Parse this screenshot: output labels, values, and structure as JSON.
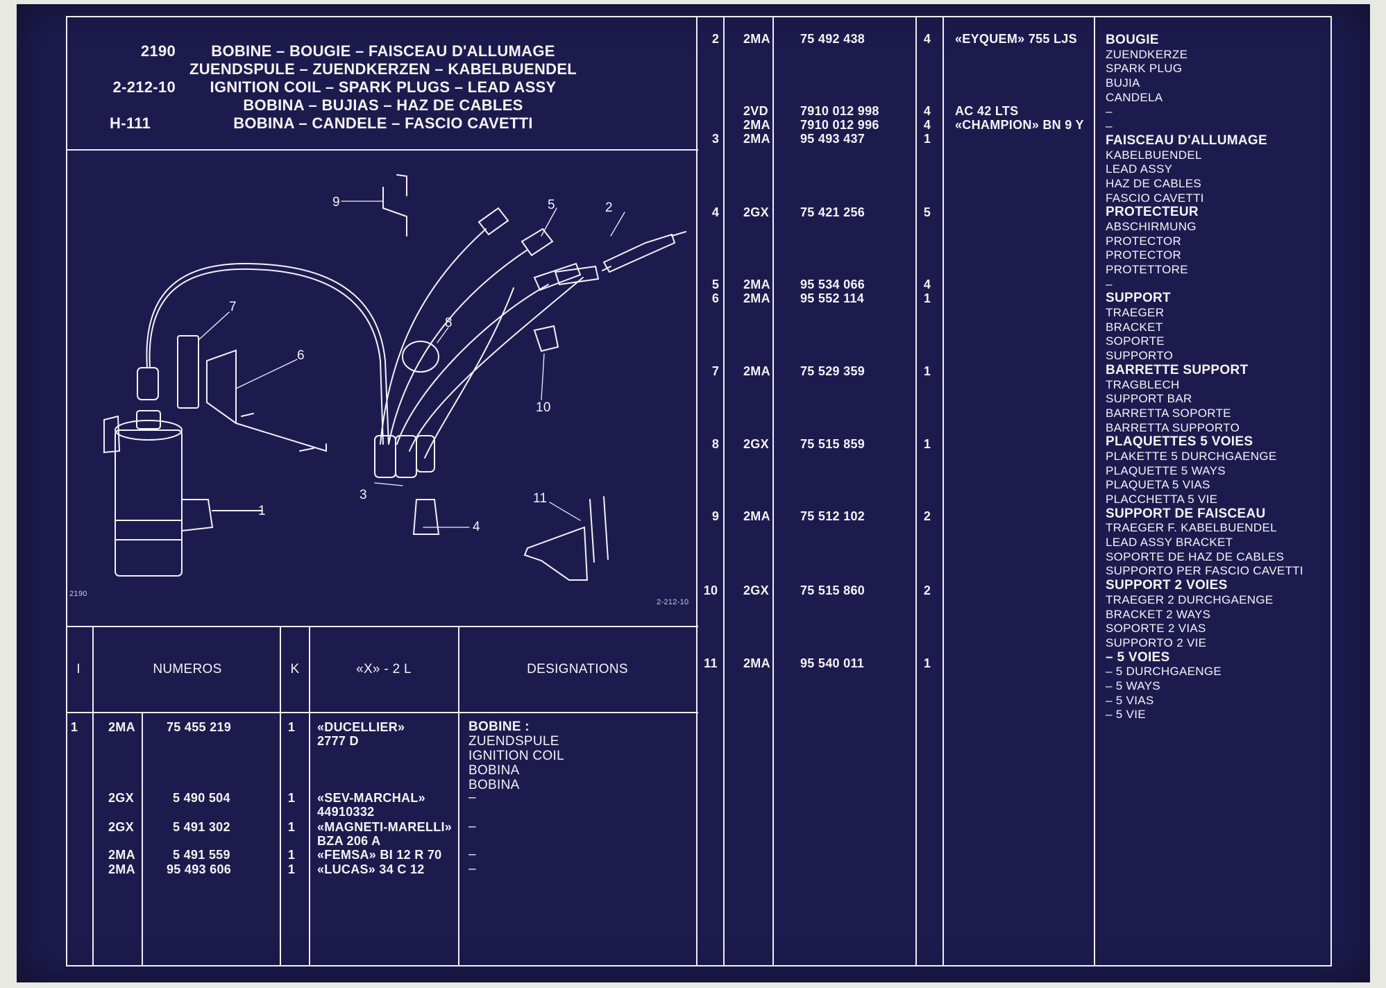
{
  "header": {
    "code_left": [
      "2190",
      "2-212-10",
      "H-111"
    ],
    "titles": [
      "BOBINE – BOUGIE – FAISCEAU D'ALLUMAGE",
      "ZUENDSPULE – ZUENDKERZEN – KABELBUENDEL",
      "IGNITION COIL – SPARK PLUGS – LEAD ASSY",
      "BOBINA – BUJIAS – HAZ DE CABLES",
      "BOBINA – CANDELE – FASCIO CAVETTI"
    ]
  },
  "diagram": {
    "callouts": [
      "1",
      "2",
      "3",
      "4",
      "5",
      "6",
      "7",
      "8",
      "9",
      "10",
      "11"
    ],
    "code_bottom_left": "2190",
    "code_bottom_right": "2-212-10"
  },
  "table_headers": {
    "col_i": "I",
    "col_numeros": "NUMEROS",
    "col_k": "K",
    "col_model": "«X» - 2 L",
    "col_designations": "DESIGNATIONS"
  },
  "left_rows": [
    {
      "ref": "1",
      "variant": "2MA",
      "number": "75 455 219",
      "qty": "1",
      "model": "«DUCELLIER»",
      "model2": "2777 D"
    },
    {
      "ref": "",
      "variant": "2GX",
      "number": "5 490 504",
      "qty": "1",
      "model": "«SEV-MARCHAL»",
      "model2": "44910332"
    },
    {
      "ref": "",
      "variant": "2GX",
      "number": "5 491 302",
      "qty": "1",
      "model": "«MAGNETI-MARELLI»",
      "model2": "BZA 206 A"
    },
    {
      "ref": "",
      "variant": "2MA",
      "number": "5 491 559",
      "qty": "1",
      "model": "«FEMSA» BI 12 R 70",
      "model2": ""
    },
    {
      "ref": "",
      "variant": "2MA",
      "number": "95 493 606",
      "qty": "1",
      "model": "«LUCAS» 34 C 12",
      "model2": ""
    }
  ],
  "left_designation": {
    "title": "BOBINE :",
    "lines": [
      "ZUENDSPULE",
      "IGNITION COIL",
      "BOBINA",
      "BOBINA"
    ],
    "dashes": [
      "–",
      "–",
      "–",
      "–"
    ]
  },
  "right_rows": [
    {
      "ref": "2",
      "variant": "2MA",
      "number": "75 492 438",
      "qty": "4",
      "model": "«EYQUEM» 755 LJS"
    },
    {
      "ref": "",
      "variant": "2VD",
      "number": "7910 012 998",
      "qty": "4",
      "model": "AC 42 LTS"
    },
    {
      "ref": "",
      "variant": "2MA",
      "number": "7910 012 996",
      "qty": "4",
      "model": "«CHAMPION» BN 9 Y"
    },
    {
      "ref": "3",
      "variant": "2MA",
      "number": "95 493 437",
      "qty": "1",
      "model": ""
    },
    {
      "ref": "4",
      "variant": "2GX",
      "number": "75 421 256",
      "qty": "5",
      "model": ""
    },
    {
      "ref": "5",
      "variant": "2MA",
      "number": "95 534 066",
      "qty": "4",
      "model": ""
    },
    {
      "ref": "6",
      "variant": "2MA",
      "number": "95 552 114",
      "qty": "1",
      "model": ""
    },
    {
      "ref": "7",
      "variant": "2MA",
      "number": "75 529 359",
      "qty": "1",
      "model": ""
    },
    {
      "ref": "8",
      "variant": "2GX",
      "number": "75 515 859",
      "qty": "1",
      "model": ""
    },
    {
      "ref": "9",
      "variant": "2MA",
      "number": "75 512 102",
      "qty": "2",
      "model": ""
    },
    {
      "ref": "10",
      "variant": "2GX",
      "number": "75 515 860",
      "qty": "2",
      "model": ""
    },
    {
      "ref": "11",
      "variant": "2MA",
      "number": "95 540 011",
      "qty": "1",
      "model": ""
    }
  ],
  "designations": [
    {
      "text": "BOUGIE",
      "bold": true
    },
    {
      "text": "ZUENDKERZE",
      "bold": false
    },
    {
      "text": "SPARK PLUG",
      "bold": false
    },
    {
      "text": "BUJIA",
      "bold": false
    },
    {
      "text": "CANDELA",
      "bold": false
    },
    {
      "text": "–",
      "bold": false
    },
    {
      "text": "–",
      "bold": false
    },
    {
      "text": "FAISCEAU D'ALLUMAGE",
      "bold": true
    },
    {
      "text": "KABELBUENDEL",
      "bold": false
    },
    {
      "text": "LEAD ASSY",
      "bold": false
    },
    {
      "text": "HAZ DE CABLES",
      "bold": false
    },
    {
      "text": "FASCIO CAVETTI",
      "bold": false
    },
    {
      "text": "PROTECTEUR",
      "bold": true
    },
    {
      "text": "ABSCHIRMUNG",
      "bold": false
    },
    {
      "text": "PROTECTOR",
      "bold": false
    },
    {
      "text": "PROTECTOR",
      "bold": false
    },
    {
      "text": "PROTETTORE",
      "bold": false
    },
    {
      "text": "–",
      "bold": false
    },
    {
      "text": "SUPPORT",
      "bold": true
    },
    {
      "text": "TRAEGER",
      "bold": false
    },
    {
      "text": "BRACKET",
      "bold": false
    },
    {
      "text": "SOPORTE",
      "bold": false
    },
    {
      "text": "SUPPORTO",
      "bold": false
    },
    {
      "text": "BARRETTE SUPPORT",
      "bold": true
    },
    {
      "text": "TRAGBLECH",
      "bold": false
    },
    {
      "text": "SUPPORT BAR",
      "bold": false
    },
    {
      "text": "BARRETTA SOPORTE",
      "bold": false
    },
    {
      "text": "BARRETTA SUPPORTO",
      "bold": false
    },
    {
      "text": "PLAQUETTES 5 VOIES",
      "bold": true
    },
    {
      "text": "PLAKETTE 5 DURCHGAENGE",
      "bold": false
    },
    {
      "text": "PLAQUETTE 5 WAYS",
      "bold": false
    },
    {
      "text": "PLAQUETA 5 VIAS",
      "bold": false
    },
    {
      "text": "PLACCHETTA 5 VIE",
      "bold": false
    },
    {
      "text": "SUPPORT DE FAISCEAU",
      "bold": true
    },
    {
      "text": "TRAEGER F. KABELBUENDEL",
      "bold": false
    },
    {
      "text": "LEAD ASSY BRACKET",
      "bold": false
    },
    {
      "text": "SOPORTE DE HAZ DE CABLES",
      "bold": false
    },
    {
      "text": "SUPPORTO PER FASCIO CAVETTI",
      "bold": false
    },
    {
      "text": "SUPPORT 2 VOIES",
      "bold": true
    },
    {
      "text": "TRAEGER 2 DURCHGAENGE",
      "bold": false
    },
    {
      "text": "BRACKET 2 WAYS",
      "bold": false
    },
    {
      "text": "SOPORTE 2 VIAS",
      "bold": false
    },
    {
      "text": "SUPPORTO 2 VIE",
      "bold": false
    },
    {
      "text": "– 5 VOIES",
      "bold": true
    },
    {
      "text": "– 5 DURCHGAENGE",
      "bold": false
    },
    {
      "text": "– 5 WAYS",
      "bold": false
    },
    {
      "text": "– 5 VIAS",
      "bold": false
    },
    {
      "text": "– 5 VIE",
      "bold": false
    }
  ],
  "colors": {
    "sheet": "#1d1b4e",
    "ink": "#f4f4f8",
    "paper": "#e9e9e4"
  }
}
